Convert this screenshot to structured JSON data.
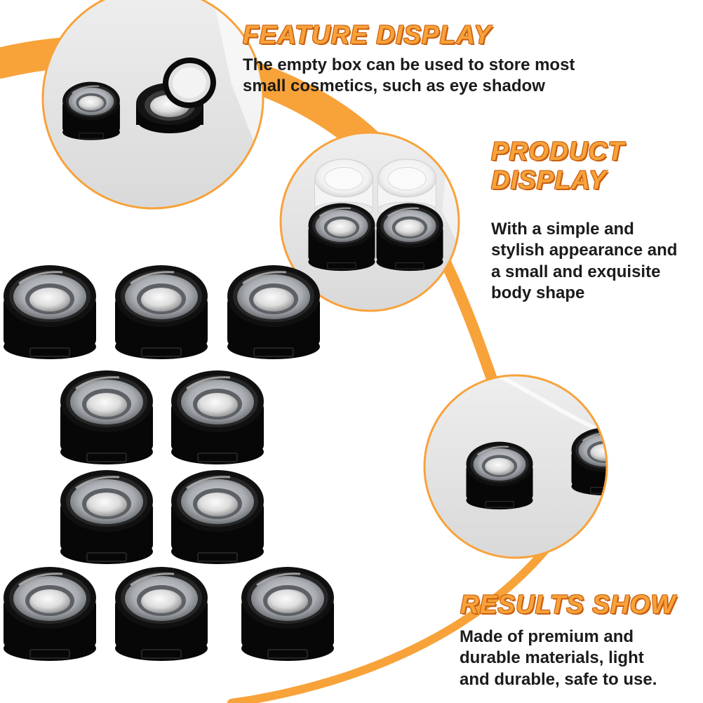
{
  "sections": {
    "feature": {
      "title": "FEATURE DISPLAY",
      "lines": [
        "The empty box can be used to store most",
        "small cosmetics, such as eye shadow"
      ]
    },
    "product": {
      "title_lines": [
        "PRODUCT",
        "DISPLAY"
      ],
      "lines": [
        "With a simple and",
        "stylish appearance and",
        "a small and exquisite",
        "body shape"
      ]
    },
    "results": {
      "title": "RESULTS SHOW",
      "lines": [
        "Made of premium and",
        "durable materials, light",
        "and durable, safe to use."
      ]
    }
  },
  "colors": {
    "accent_orange": "#f8a23a",
    "heading_outline": "#c95f10",
    "body_text": "#1b1b1b",
    "product_black": "#0b0b0b",
    "clear_window": "#b9bdc2",
    "photo_background": "#e6e6e6"
  },
  "product": {
    "name": "round black eye shadow case with clear window",
    "count_shown": 10
  }
}
